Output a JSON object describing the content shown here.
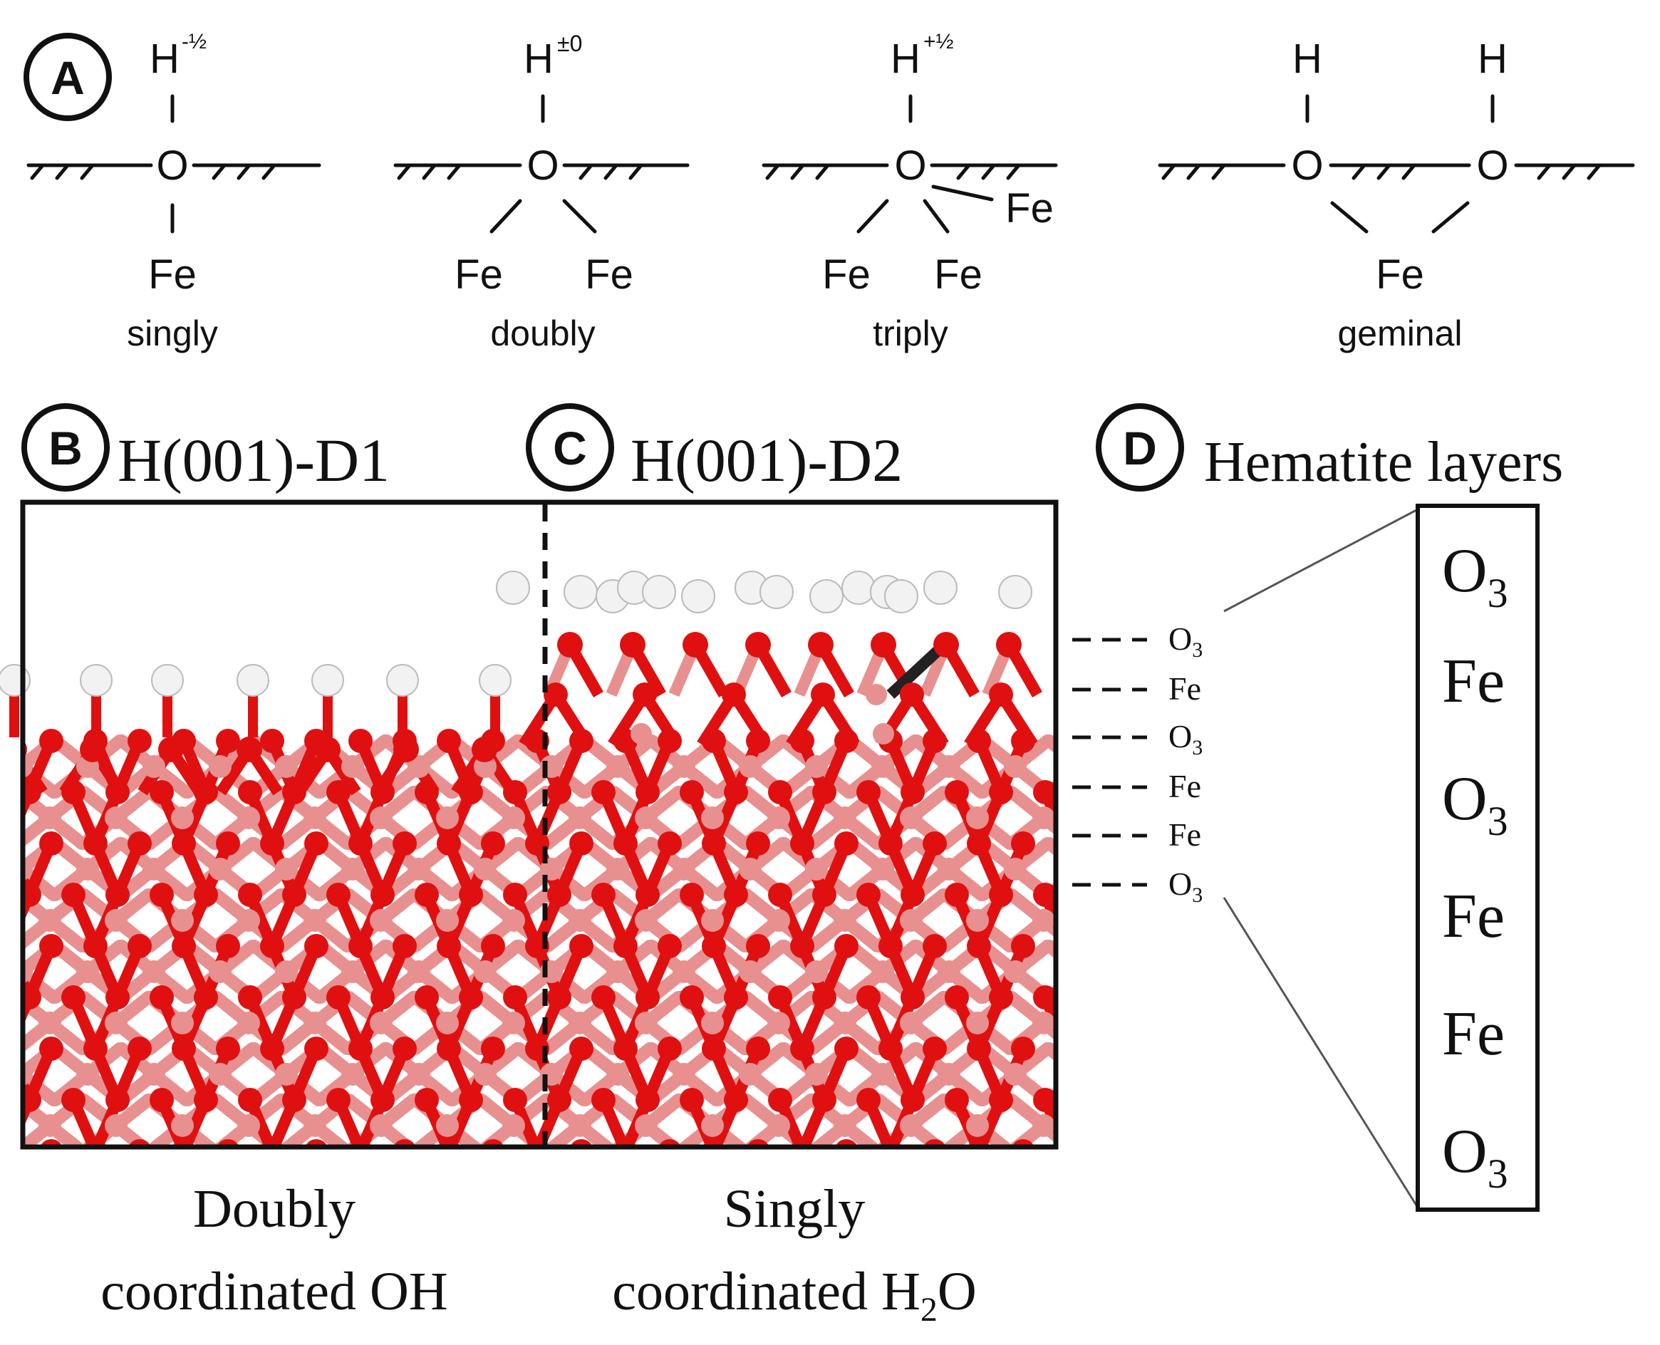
{
  "panels": {
    "a": {
      "letter": "A",
      "structures": [
        {
          "h_label": "H",
          "h_charge": "-½",
          "fe": [
            "Fe"
          ],
          "name": "singly"
        },
        {
          "h_label": "H",
          "h_charge": "±0",
          "fe": [
            "Fe",
            "Fe"
          ],
          "name": "doubly"
        },
        {
          "h_label": "H",
          "h_charge": "+½",
          "fe": [
            "Fe",
            "Fe",
            "Fe"
          ],
          "name": "triply"
        },
        {
          "h_label": "H",
          "h_label_2": "H",
          "fe": [
            "Fe"
          ],
          "name": "geminal"
        }
      ],
      "oxygen": "O"
    },
    "b": {
      "letter": "B",
      "title": "H(001)-D1",
      "caption_1": "Doubly",
      "caption_2": "coordinated OH"
    },
    "c": {
      "letter": "C",
      "title": "H(001)-D2",
      "caption_1": "Singly",
      "caption_2a": "coordinated H",
      "caption_2_sub": "2",
      "caption_2b": "O"
    },
    "d": {
      "letter": "D",
      "title": "Hematite layers",
      "small_layers": [
        {
          "el": "O",
          "sub": "3"
        },
        {
          "el": "Fe",
          "sub": ""
        },
        {
          "el": "O",
          "sub": "3"
        },
        {
          "el": "Fe",
          "sub": ""
        },
        {
          "el": "Fe",
          "sub": ""
        },
        {
          "el": "O",
          "sub": "3"
        }
      ],
      "big_layers": [
        {
          "el": "O",
          "sub": "3"
        },
        {
          "el": "Fe",
          "sub": ""
        },
        {
          "el": "O",
          "sub": "3"
        },
        {
          "el": "Fe",
          "sub": ""
        },
        {
          "el": "Fe",
          "sub": ""
        },
        {
          "el": "O",
          "sub": "3"
        }
      ]
    }
  },
  "colors": {
    "oxygen": "#e01010",
    "iron": "#e89090",
    "hydrogen": "#f2f2f2",
    "bond_dark": "#222222"
  }
}
